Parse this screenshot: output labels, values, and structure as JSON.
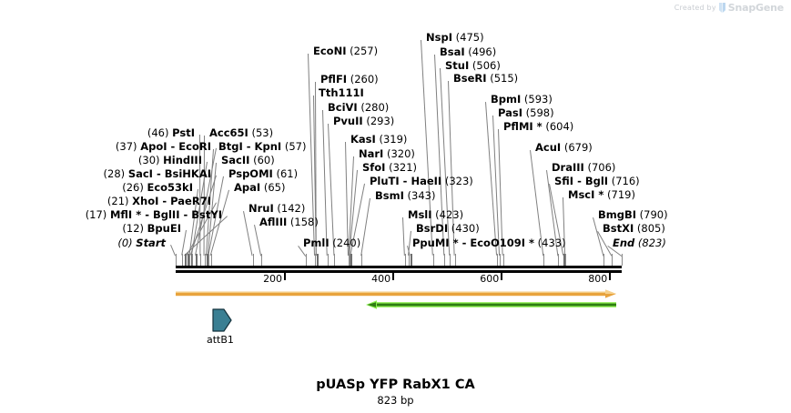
{
  "watermark": {
    "prefix": "Created by",
    "brand": "SnapGene"
  },
  "title": "pUASp YFP RabX1 CA",
  "subtitle": "823 bp",
  "sequence_length": 823,
  "map": {
    "type": "linear-plasmid-map",
    "backbone_start_bp": 0,
    "backbone_end_bp": 823,
    "ruler_ticks": [
      "200",
      "400",
      "600",
      "800"
    ],
    "ruler_tick_values": [
      200,
      400,
      600,
      800
    ]
  },
  "features": [
    {
      "name": "attB1",
      "color": "#3a7f93",
      "direction": "forward",
      "label": "attB1"
    },
    {
      "name": "orange-span",
      "color": "#E8A33D",
      "direction": "forward",
      "label": ""
    },
    {
      "name": "green-span",
      "color": "#7CE040",
      "direction": "reverse",
      "label": ""
    }
  ],
  "labels_left": [
    {
      "pos": "(46)",
      "names": "PstI",
      "side": "left"
    },
    {
      "pos": "(37)",
      "names": "ApoI  -  EcoRI",
      "side": "left"
    },
    {
      "pos": "(30)",
      "names": "HindIII",
      "side": "left"
    },
    {
      "pos": "(28)",
      "names": "SacI  -  BsiHKAI",
      "side": "left"
    },
    {
      "pos": "(26)",
      "names": "Eco53kI",
      "side": "left"
    },
    {
      "pos": "(21)",
      "names": "XhoI  -  PaeR7I",
      "side": "left"
    },
    {
      "pos": "(17)",
      "names": "MflI *  -  BglII  -  BstYI",
      "side": "left"
    },
    {
      "pos": "(12)",
      "names": "BpuEI",
      "side": "left"
    },
    {
      "pos": "(0)",
      "names": "Start",
      "side": "left",
      "italic": true
    }
  ],
  "labels_right": [
    {
      "names": "Acc65I",
      "pos": "(53)"
    },
    {
      "names": "BtgI  -  KpnI",
      "pos": "(57)"
    },
    {
      "names": "SacII",
      "pos": "(60)"
    },
    {
      "names": "PspOMI",
      "pos": "(61)"
    },
    {
      "names": "ApaI",
      "pos": "(65)"
    },
    {
      "names": "NruI",
      "pos": "(142)"
    },
    {
      "names": "AflIII",
      "pos": "(158)"
    },
    {
      "names": "PmlI",
      "pos": "(240)"
    },
    {
      "names": "EcoNI",
      "pos": "(257)"
    },
    {
      "names": "PflFI",
      "pos": "(260)"
    },
    {
      "names": "Tth111I",
      "pos": ""
    },
    {
      "names": "BciVI",
      "pos": "(280)"
    },
    {
      "names": "PvuII",
      "pos": "(293)"
    },
    {
      "names": "KasI",
      "pos": "(319)"
    },
    {
      "names": "NarI",
      "pos": "(320)"
    },
    {
      "names": "SfoI",
      "pos": "(321)"
    },
    {
      "names": "PluTI  -  HaeII",
      "pos": "(323)"
    },
    {
      "names": "BsmI",
      "pos": "(343)"
    },
    {
      "names": "MslI",
      "pos": "(423)"
    },
    {
      "names": "BsrDI",
      "pos": "(430)"
    },
    {
      "names": "PpuMI *  -  EcoO109I *",
      "pos": "(433)"
    },
    {
      "names": "NspI",
      "pos": "(475)"
    },
    {
      "names": "BsaI",
      "pos": "(496)"
    },
    {
      "names": "StuI",
      "pos": "(506)"
    },
    {
      "names": "BseRI",
      "pos": "(515)"
    },
    {
      "names": "BpmI",
      "pos": "(593)"
    },
    {
      "names": "PasI",
      "pos": "(598)"
    },
    {
      "names": "PflMI *",
      "pos": "(604)"
    },
    {
      "names": "AcuI",
      "pos": "(679)"
    },
    {
      "names": "DraIII",
      "pos": "(706)"
    },
    {
      "names": "SfiI  -  BglI",
      "pos": "(716)"
    },
    {
      "names": "MscI *",
      "pos": "(719)"
    },
    {
      "names": "BmgBI",
      "pos": "(790)"
    },
    {
      "names": "BstXI",
      "pos": "(805)"
    },
    {
      "names": "End",
      "pos": "(823)",
      "italic": true
    }
  ],
  "sites": [
    {
      "label": "Start",
      "bp": 0
    },
    {
      "label": "BpuEI",
      "bp": 12
    },
    {
      "label": "MflI",
      "bp": 17
    },
    {
      "label": "BglII",
      "bp": 17
    },
    {
      "label": "BstYI",
      "bp": 17
    },
    {
      "label": "XhoI",
      "bp": 21
    },
    {
      "label": "PaeR7I",
      "bp": 21
    },
    {
      "label": "Eco53kI",
      "bp": 26
    },
    {
      "label": "SacI",
      "bp": 28
    },
    {
      "label": "BsiHKAI",
      "bp": 28
    },
    {
      "label": "HindIII",
      "bp": 30
    },
    {
      "label": "ApoI",
      "bp": 37
    },
    {
      "label": "EcoRI",
      "bp": 37
    },
    {
      "label": "PstI",
      "bp": 46
    },
    {
      "label": "Acc65I",
      "bp": 53
    },
    {
      "label": "BtgI",
      "bp": 57
    },
    {
      "label": "KpnI",
      "bp": 57
    },
    {
      "label": "SacII",
      "bp": 60
    },
    {
      "label": "PspOMI",
      "bp": 61
    },
    {
      "label": "ApaI",
      "bp": 65
    },
    {
      "label": "NruI",
      "bp": 142
    },
    {
      "label": "AflIII",
      "bp": 158
    },
    {
      "label": "PmlI",
      "bp": 240
    },
    {
      "label": "EcoNI",
      "bp": 257
    },
    {
      "label": "PflFI",
      "bp": 260
    },
    {
      "label": "Tth111I",
      "bp": 260
    },
    {
      "label": "BciVI",
      "bp": 280
    },
    {
      "label": "PvuII",
      "bp": 293
    },
    {
      "label": "KasI",
      "bp": 319
    },
    {
      "label": "NarI",
      "bp": 320
    },
    {
      "label": "SfoI",
      "bp": 321
    },
    {
      "label": "PluTI",
      "bp": 323
    },
    {
      "label": "HaeII",
      "bp": 323
    },
    {
      "label": "BsmI",
      "bp": 343
    },
    {
      "label": "MslI",
      "bp": 423
    },
    {
      "label": "BsrDI",
      "bp": 430
    },
    {
      "label": "PpuMI",
      "bp": 433
    },
    {
      "label": "EcoO109I",
      "bp": 433
    },
    {
      "label": "NspI",
      "bp": 475
    },
    {
      "label": "BsaI",
      "bp": 496
    },
    {
      "label": "StuI",
      "bp": 506
    },
    {
      "label": "BseRI",
      "bp": 515
    },
    {
      "label": "BpmI",
      "bp": 593
    },
    {
      "label": "PasI",
      "bp": 598
    },
    {
      "label": "PflMI",
      "bp": 604
    },
    {
      "label": "AcuI",
      "bp": 679
    },
    {
      "label": "DraIII",
      "bp": 706
    },
    {
      "label": "SfiI",
      "bp": 716
    },
    {
      "label": "BglI",
      "bp": 716
    },
    {
      "label": "MscI",
      "bp": 719
    },
    {
      "label": "BmgBI",
      "bp": 790
    },
    {
      "label": "BstXI",
      "bp": 805
    },
    {
      "label": "End",
      "bp": 823
    }
  ]
}
